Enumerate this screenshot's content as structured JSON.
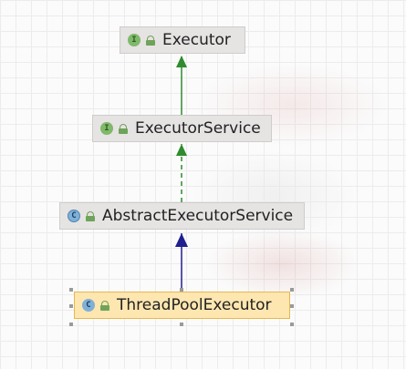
{
  "diagram": {
    "nodes": [
      {
        "id": "executor",
        "label": "Executor",
        "kind": "interface",
        "badge": "I"
      },
      {
        "id": "executor-service",
        "label": "ExecutorService",
        "kind": "interface",
        "badge": "I"
      },
      {
        "id": "abstract-executor-service",
        "label": "AbstractExecutorService",
        "kind": "abstract-class",
        "badge": "C"
      },
      {
        "id": "thread-pool-executor",
        "label": "ThreadPoolExecutor",
        "kind": "class",
        "badge": "C",
        "selected": true
      }
    ],
    "edges": [
      {
        "from": "executor-service",
        "to": "executor",
        "type": "extends",
        "color": "#2e8b2e",
        "style": "solid"
      },
      {
        "from": "abstract-executor-service",
        "to": "executor-service",
        "type": "implements",
        "color": "#2e8b2e",
        "style": "dashed"
      },
      {
        "from": "thread-pool-executor",
        "to": "abstract-executor-service",
        "type": "extends",
        "color": "#1f1f8f",
        "style": "solid"
      }
    ],
    "colors": {
      "interface_badge": "#7fb96a",
      "class_badge": "#7fb0d6",
      "selected_fill": "#fde6b0",
      "node_fill": "#e6e3e3"
    }
  }
}
